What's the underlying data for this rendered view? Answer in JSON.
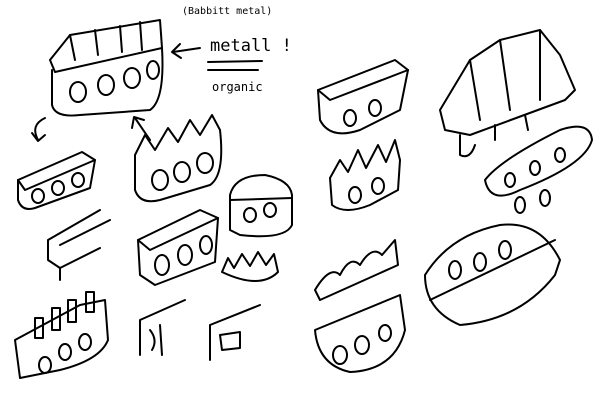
{
  "annotations": {
    "babbitt": "(Babbitt metal)",
    "metal": "metall !",
    "organic": "organic"
  }
}
